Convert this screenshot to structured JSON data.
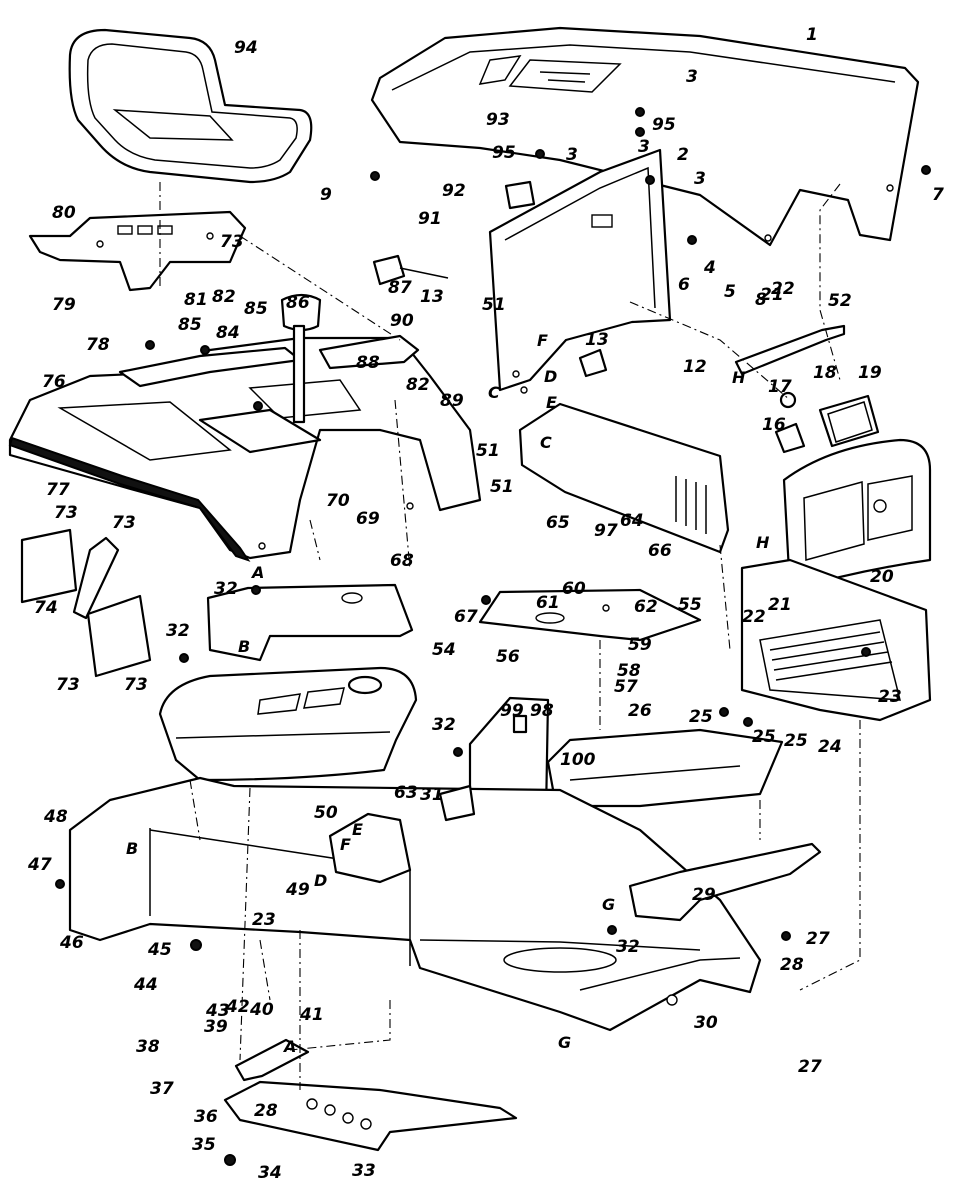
{
  "callouts": [
    {
      "id": "1"
    },
    {
      "id": "2"
    },
    {
      "id": "3"
    },
    {
      "id": "3"
    },
    {
      "id": "3"
    },
    {
      "id": "3"
    },
    {
      "id": "4"
    },
    {
      "id": "5"
    },
    {
      "id": "6"
    },
    {
      "id": "7"
    },
    {
      "id": "8"
    },
    {
      "id": "9"
    },
    {
      "id": "12"
    },
    {
      "id": "13"
    },
    {
      "id": "13"
    },
    {
      "id": "16"
    },
    {
      "id": "17"
    },
    {
      "id": "18"
    },
    {
      "id": "19"
    },
    {
      "id": "20"
    },
    {
      "id": "21"
    },
    {
      "id": "21"
    },
    {
      "id": "22"
    },
    {
      "id": "22"
    },
    {
      "id": "23"
    },
    {
      "id": "23"
    },
    {
      "id": "24"
    },
    {
      "id": "25"
    },
    {
      "id": "25"
    },
    {
      "id": "25"
    },
    {
      "id": "26"
    },
    {
      "id": "27"
    },
    {
      "id": "27"
    },
    {
      "id": "28"
    },
    {
      "id": "28"
    },
    {
      "id": "29"
    },
    {
      "id": "30"
    },
    {
      "id": "31"
    },
    {
      "id": "32"
    },
    {
      "id": "32"
    },
    {
      "id": "32"
    },
    {
      "id": "32"
    },
    {
      "id": "33"
    },
    {
      "id": "34"
    },
    {
      "id": "35"
    },
    {
      "id": "36"
    },
    {
      "id": "37"
    },
    {
      "id": "38"
    },
    {
      "id": "39"
    },
    {
      "id": "40"
    },
    {
      "id": "41"
    },
    {
      "id": "42"
    },
    {
      "id": "43"
    },
    {
      "id": "44"
    },
    {
      "id": "45"
    },
    {
      "id": "46"
    },
    {
      "id": "47"
    },
    {
      "id": "48"
    },
    {
      "id": "49"
    },
    {
      "id": "50"
    },
    {
      "id": "51"
    },
    {
      "id": "51"
    },
    {
      "id": "51"
    },
    {
      "id": "52"
    },
    {
      "id": "54"
    },
    {
      "id": "55"
    },
    {
      "id": "56"
    },
    {
      "id": "57"
    },
    {
      "id": "58"
    },
    {
      "id": "59"
    },
    {
      "id": "60"
    },
    {
      "id": "61"
    },
    {
      "id": "62"
    },
    {
      "id": "63"
    },
    {
      "id": "64"
    },
    {
      "id": "65"
    },
    {
      "id": "66"
    },
    {
      "id": "67"
    },
    {
      "id": "68"
    },
    {
      "id": "69"
    },
    {
      "id": "70"
    },
    {
      "id": "73"
    },
    {
      "id": "73"
    },
    {
      "id": "73"
    },
    {
      "id": "73"
    },
    {
      "id": "73"
    },
    {
      "id": "74"
    },
    {
      "id": "76"
    },
    {
      "id": "77"
    },
    {
      "id": "78"
    },
    {
      "id": "79"
    },
    {
      "id": "80"
    },
    {
      "id": "81"
    },
    {
      "id": "82"
    },
    {
      "id": "82"
    },
    {
      "id": "84"
    },
    {
      "id": "85"
    },
    {
      "id": "85"
    },
    {
      "id": "86"
    },
    {
      "id": "87"
    },
    {
      "id": "88"
    },
    {
      "id": "89"
    },
    {
      "id": "90"
    },
    {
      "id": "91"
    },
    {
      "id": "92"
    },
    {
      "id": "93"
    },
    {
      "id": "94"
    },
    {
      "id": "95"
    },
    {
      "id": "95"
    },
    {
      "id": "97"
    },
    {
      "id": "98"
    },
    {
      "id": "99"
    },
    {
      "id": "100"
    }
  ],
  "connection_letters": [
    {
      "id": "A"
    },
    {
      "id": "A"
    },
    {
      "id": "B"
    },
    {
      "id": "B"
    },
    {
      "id": "C"
    },
    {
      "id": "C"
    },
    {
      "id": "D"
    },
    {
      "id": "D"
    },
    {
      "id": "E"
    },
    {
      "id": "E"
    },
    {
      "id": "F"
    },
    {
      "id": "F"
    },
    {
      "id": "G"
    },
    {
      "id": "G"
    },
    {
      "id": "H"
    },
    {
      "id": "H"
    }
  ]
}
